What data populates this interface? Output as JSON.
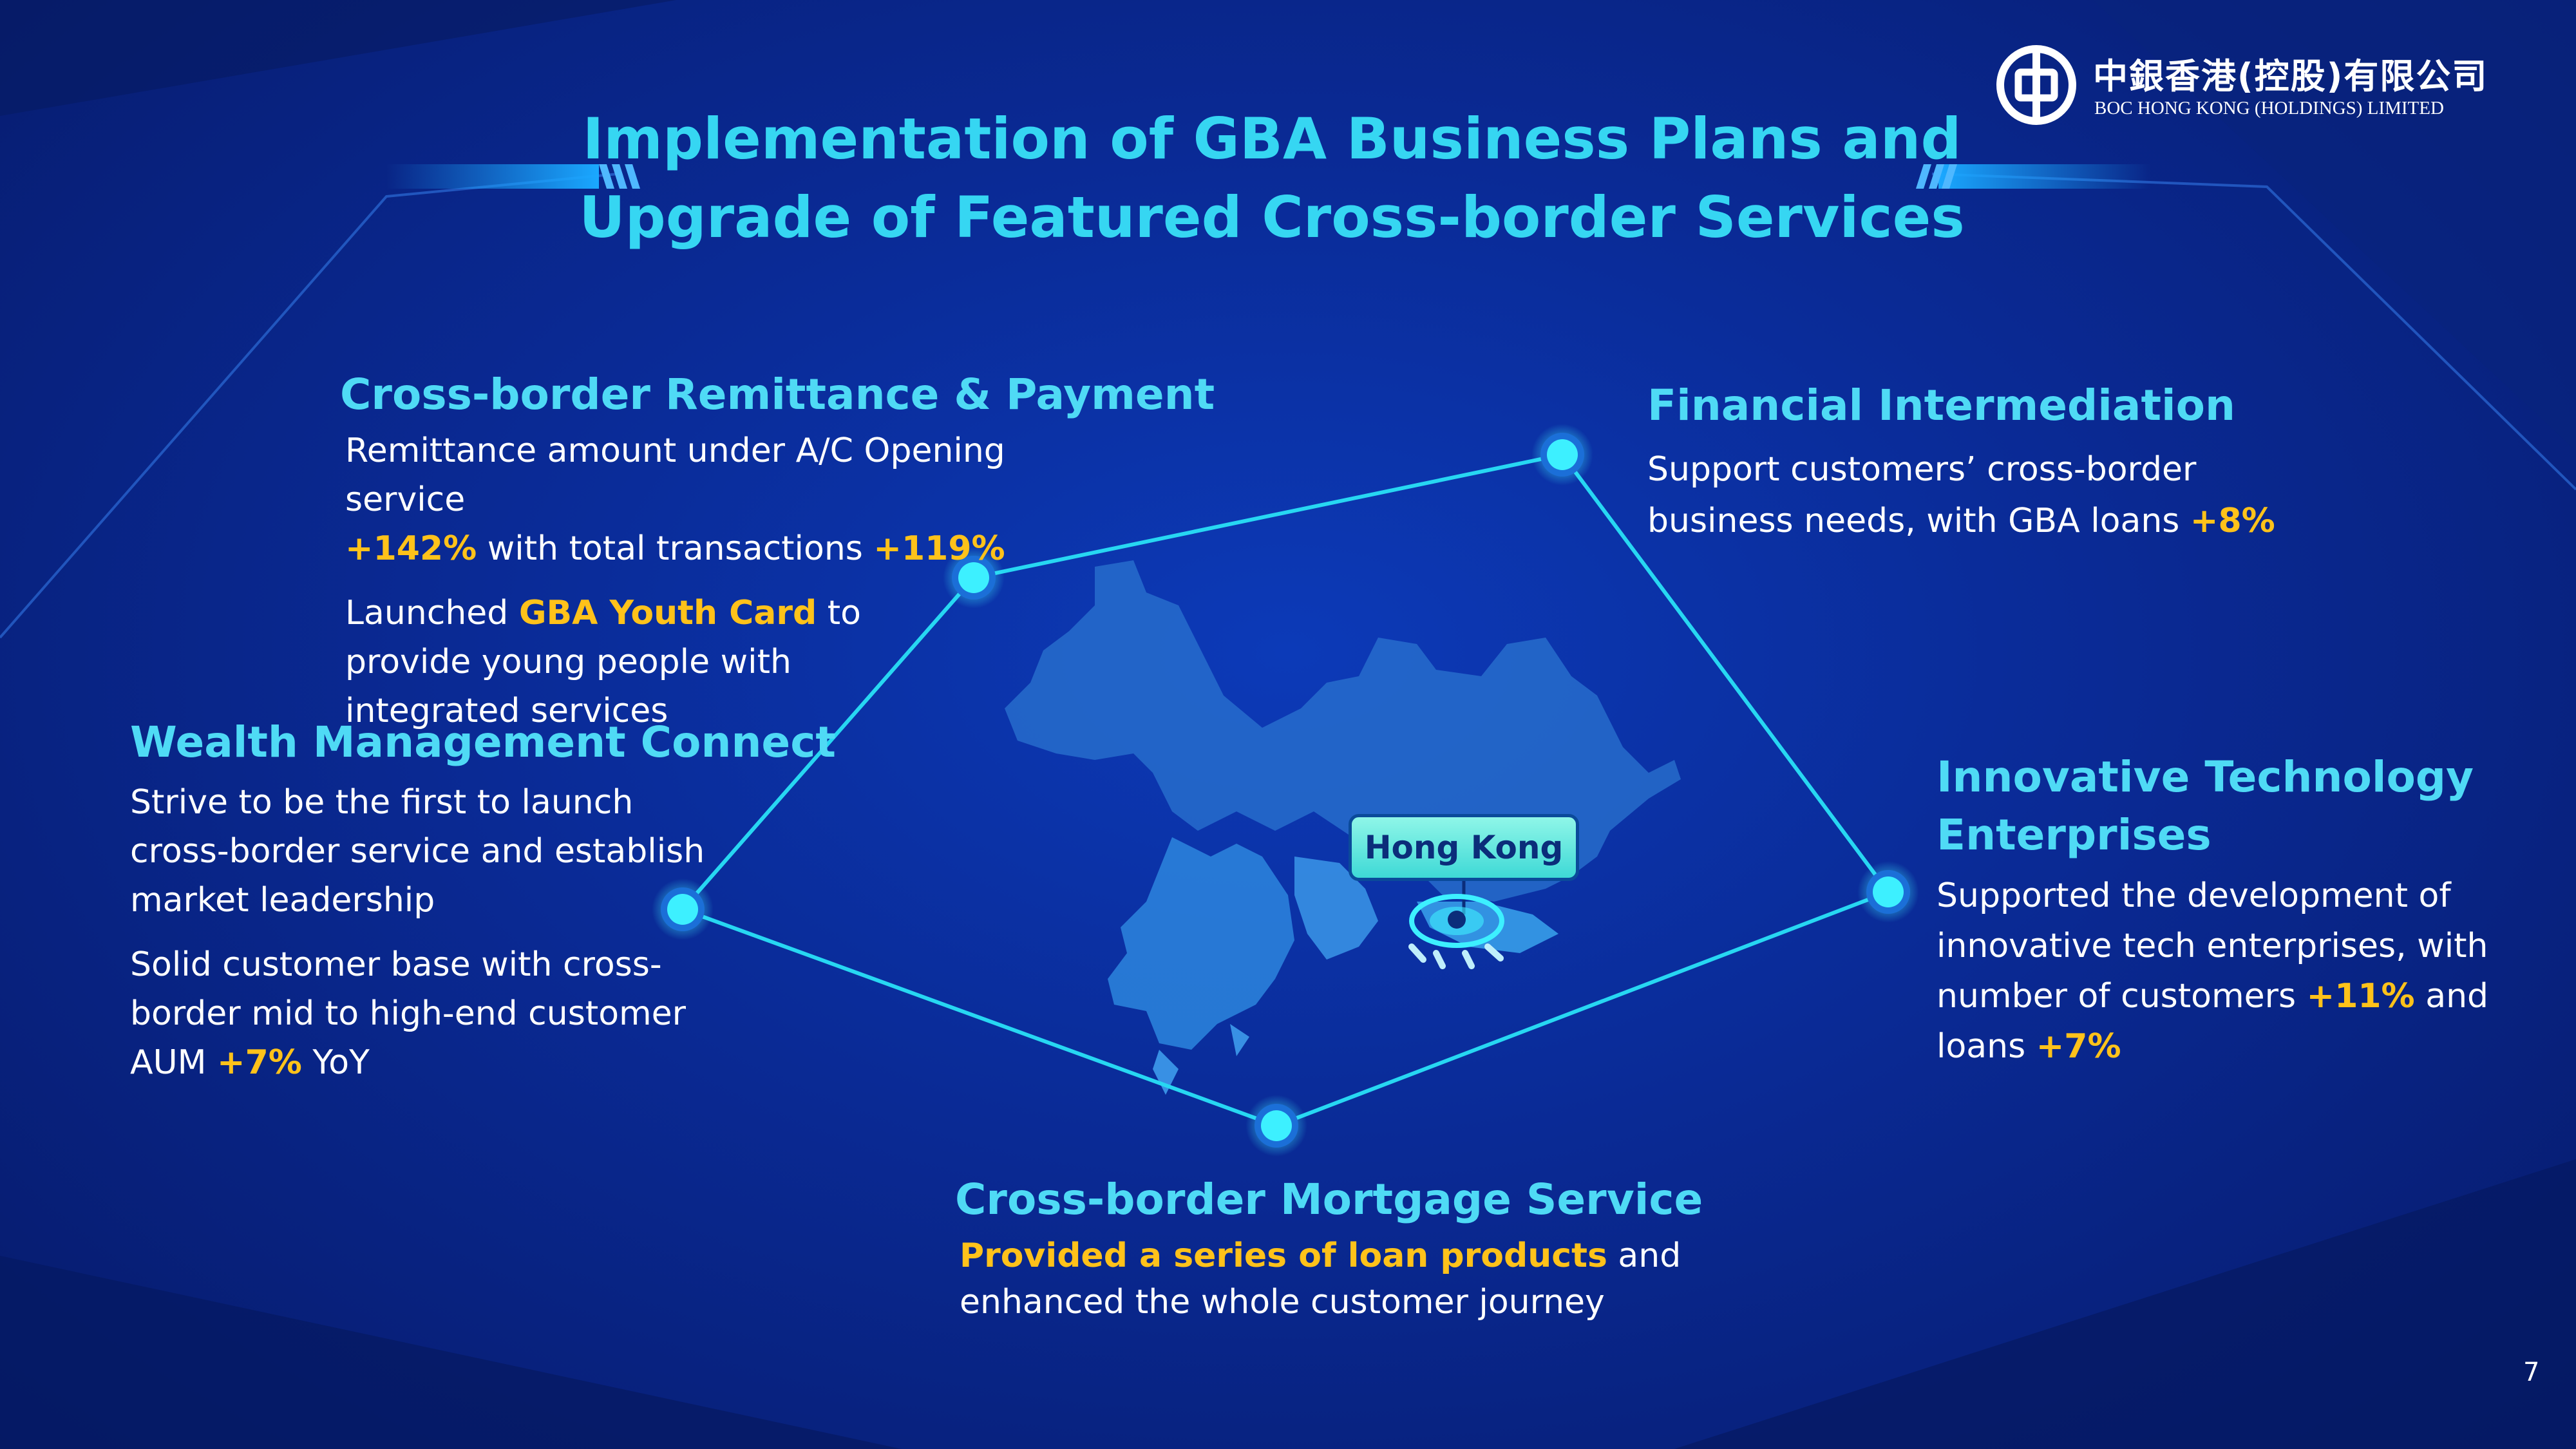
{
  "title": {
    "line1": "Implementation of GBA Business Plans and",
    "line2": "Upgrade of Featured Cross-border Services"
  },
  "logo": {
    "cn": "中銀香港(控股)有限公司",
    "en": "BOC HONG KONG (HOLDINGS) LIMITED"
  },
  "page_number": "7",
  "map": {
    "label": "Hong Kong"
  },
  "colors": {
    "accent": "#36d6f2",
    "highlight": "#ffc21a",
    "background": "#0a2a95"
  },
  "sections": {
    "remittance": {
      "heading": "Cross-border Remittance & Payment",
      "p1_a": "Remittance amount under A/C Opening service",
      "p1_b": "+142%",
      "p1_c": " with total transactions ",
      "p1_d": "+119%",
      "p2_a": "Launched ",
      "p2_b": "GBA Youth Card",
      "p2_c": " to provide young people with integrated services"
    },
    "financial": {
      "heading": "Financial Intermediation",
      "p1_a": "Support customers’ cross-border business needs, with GBA loans ",
      "p1_b": "+8%"
    },
    "wealth": {
      "heading": "Wealth Management Connect",
      "p1": "Strive to be the first to launch cross-border service and establish market leadership",
      "p2_a": "Solid customer base with cross-border mid to high-end customer AUM ",
      "p2_b": "+7%",
      "p2_c": " YoY"
    },
    "innovative": {
      "heading_line1": "Innovative Technology",
      "heading_line2": "Enterprises",
      "p1_a": "Supported the development of innovative tech enterprises, with number of customers ",
      "p1_b": "+11%",
      "p1_c": " and loans ",
      "p1_d": "+7%"
    },
    "mortgage": {
      "heading": "Cross-border Mortgage Service",
      "p1_a": "Provided a series of loan products",
      "p1_b": " and enhanced the whole customer journey"
    }
  }
}
